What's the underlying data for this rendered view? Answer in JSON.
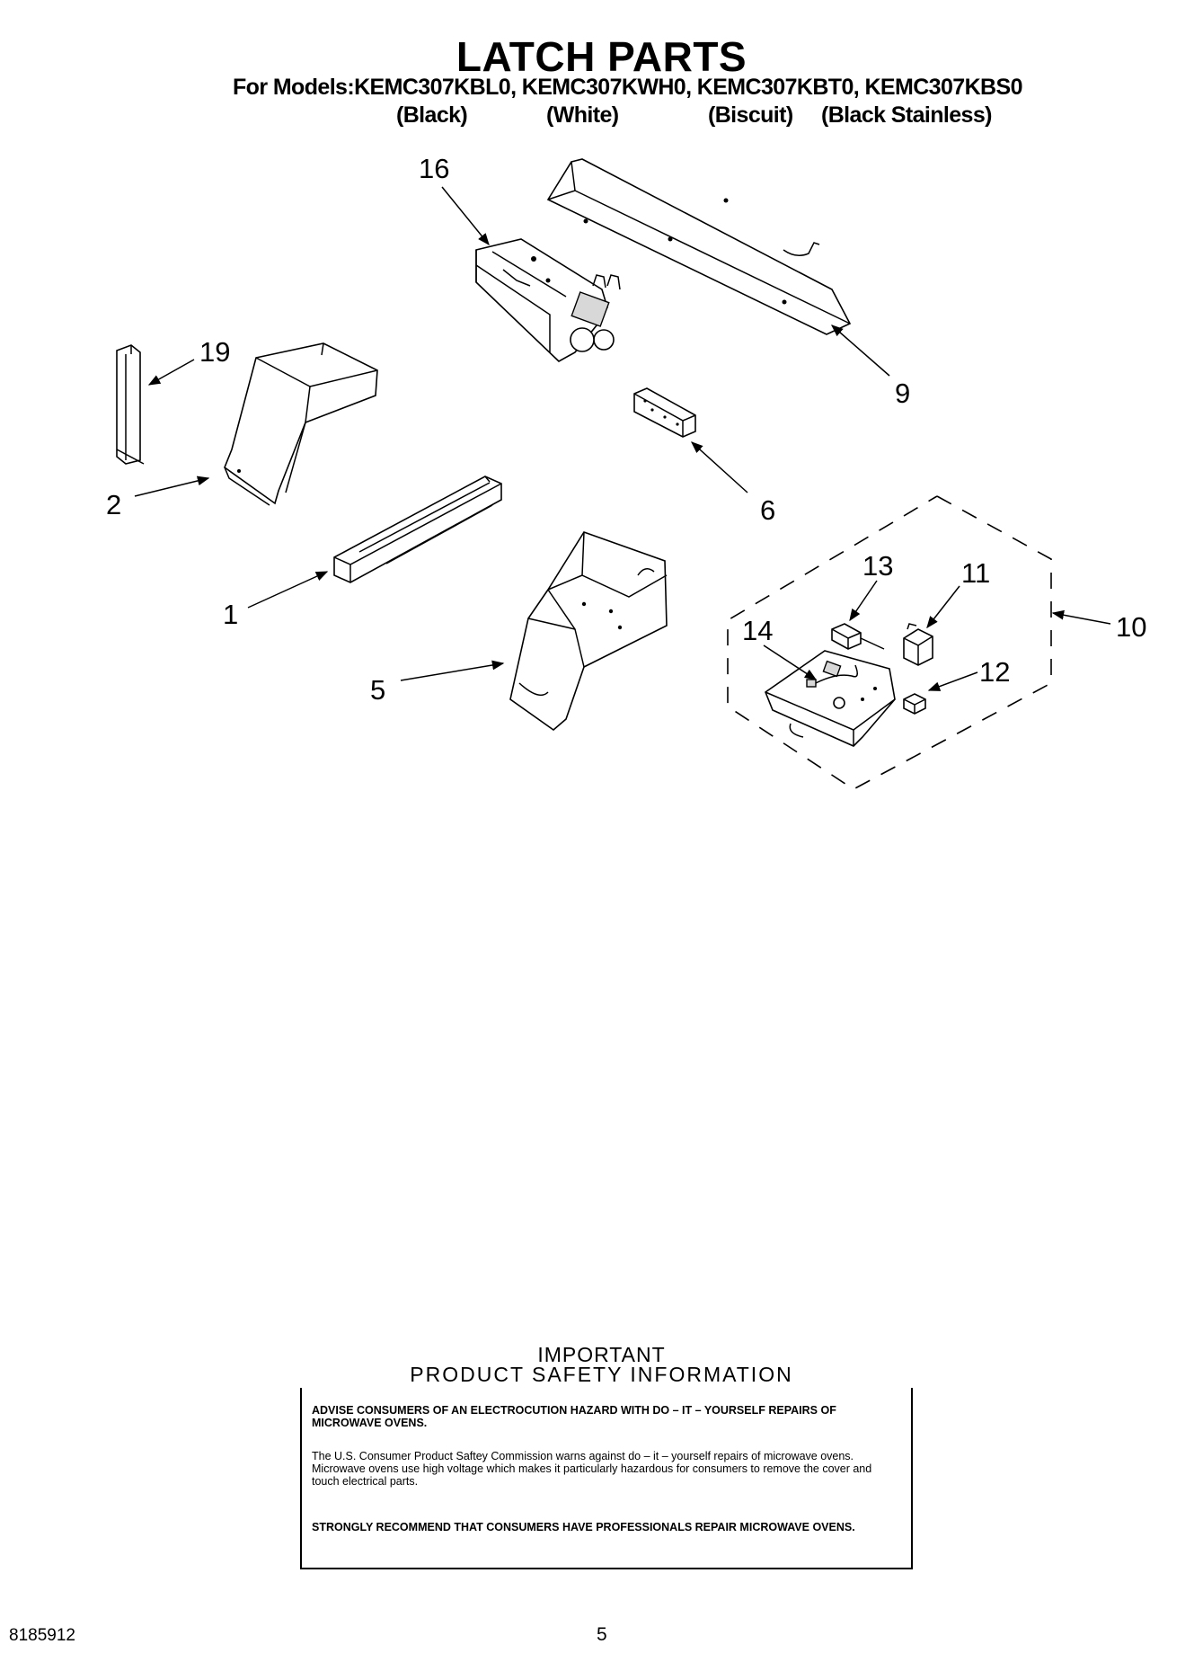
{
  "header": {
    "title": "LATCH PARTS",
    "models_line": "For Models:KEMC307KBL0, KEMC307KWH0, KEMC307KBT0, KEMC307KBS0",
    "colors": [
      "(Black)",
      "(White)",
      "(Biscuit)",
      "(Black Stainless)"
    ]
  },
  "callouts": {
    "c16": "16",
    "c19": "19",
    "c9": "9",
    "c2": "2",
    "c6": "6",
    "c1": "1",
    "c13": "13",
    "c11": "11",
    "c14": "14",
    "c10": "10",
    "c12": "12",
    "c5": "5"
  },
  "safety": {
    "heading1": "IMPORTANT",
    "heading2": "PRODUCT   SAFETY   INFORMATION",
    "advise": "ADVISE CONSUMERS OF AN ELECTROCUTION HAZARD WITH DO – IT – YOURSELF REPAIRS OF MICROWAVE OVENS.",
    "body": "The U.S. Consumer Product Saftey Commission warns against do – it – yourself repairs of microwave ovens. Microwave ovens use high voltage which makes it particularly hazardous for consumers to remove the cover and touch electrical parts.",
    "recommend": "STRONGLY RECOMMEND THAT CONSUMERS HAVE PROFESSIONALS REPAIR MICROWAVE OVENS."
  },
  "footer": {
    "doc_number": "8185912",
    "page_number": "5"
  }
}
